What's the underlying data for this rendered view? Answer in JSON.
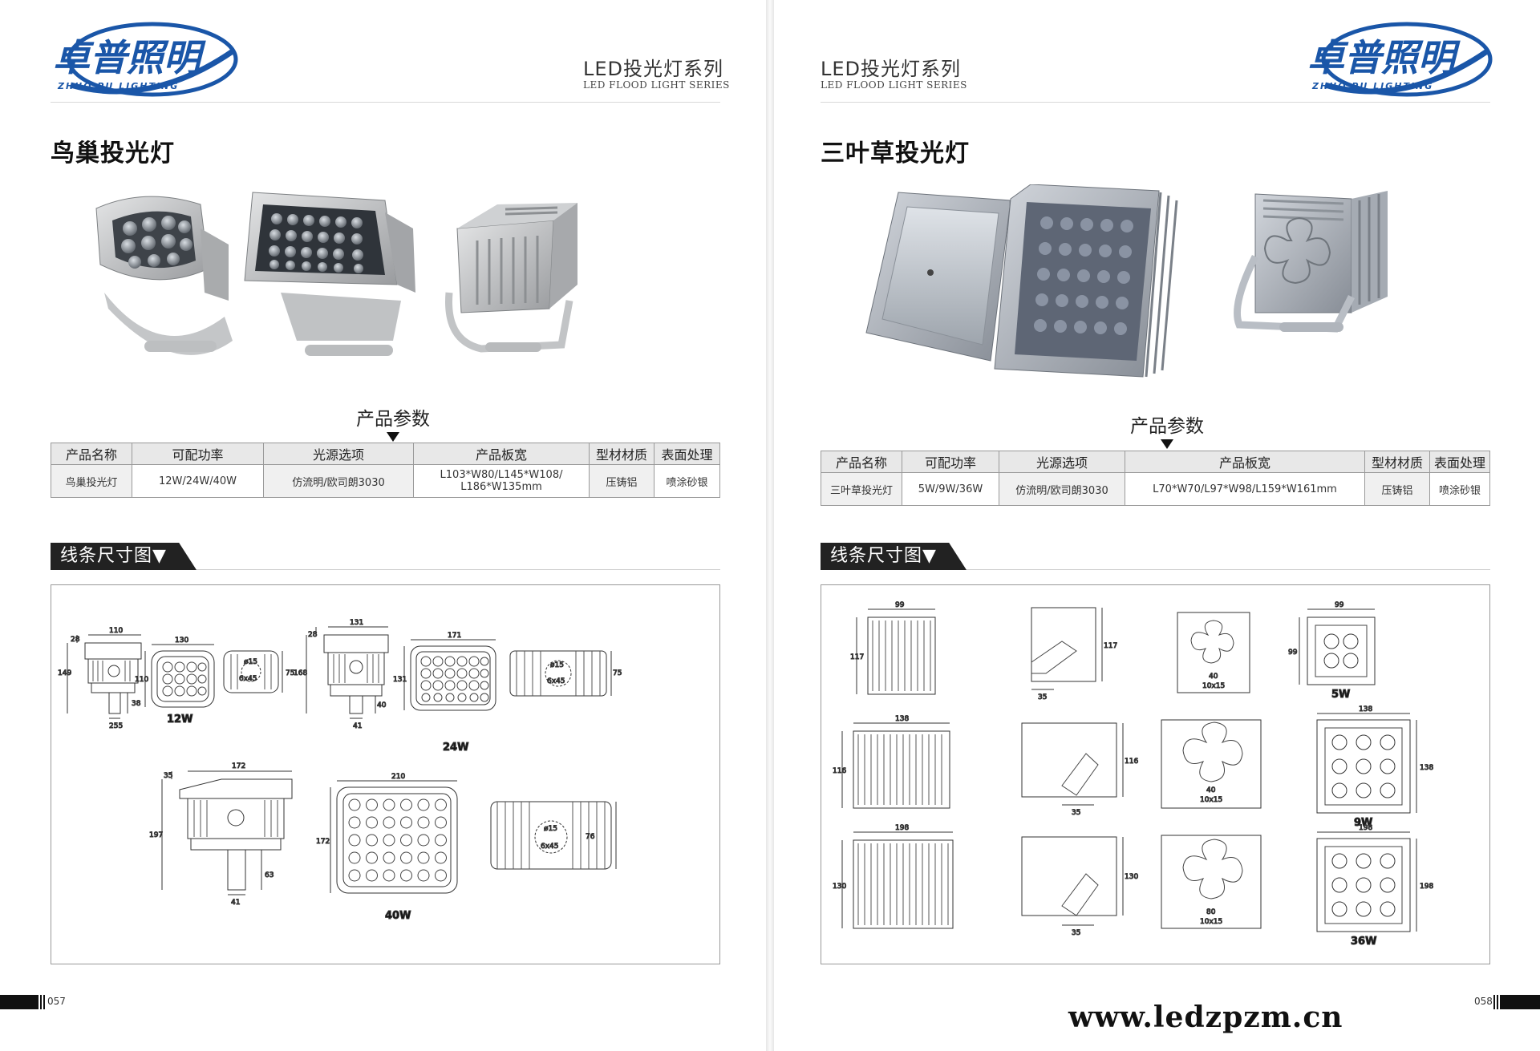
{
  "brand": {
    "name_cn": "卓普照明",
    "name_en": "ZHUO PU LIGHTING",
    "color": "#1a56a8"
  },
  "left": {
    "series_cn": "LED投光灯系列",
    "series_en": "LED FLOOD LIGHT SERIES",
    "title": "鸟巢投光灯",
    "params_label": "产品参数",
    "table": {
      "headers": [
        "产品名称",
        "可配功率",
        "光源选项",
        "产品板宽",
        "型材材质",
        "表面处理"
      ],
      "row": [
        "鸟巢投光灯",
        "12W/24W/40W",
        "仿流明/欧司朗3030",
        "L103*W80/L145*W108/",
        "L186*W135mm",
        "压铸铝",
        "喷涂砂银"
      ]
    },
    "section_label": "线条尺寸图▼",
    "page_number": "057",
    "drawings": {
      "w12": {
        "label": "12W",
        "dims": [
          "110",
          "130",
          "28",
          "149",
          "110",
          "38",
          "255",
          "75",
          "6x45",
          "ø15"
        ]
      },
      "w24": {
        "label": "24W",
        "dims": [
          "131",
          "171",
          "28",
          "168",
          "131",
          "40",
          "41",
          "75",
          "6x45",
          "ø15"
        ]
      },
      "w40": {
        "label": "40W",
        "dims": [
          "172",
          "210",
          "35",
          "197",
          "172",
          "63",
          "41",
          "76",
          "6x45",
          "ø15"
        ]
      }
    }
  },
  "right": {
    "series_cn": "LED投光灯系列",
    "series_en": "LED FLOOD LIGHT SERIES",
    "title": "三叶草投光灯",
    "params_label": "产品参数",
    "table": {
      "headers": [
        "产品名称",
        "可配功率",
        "光源选项",
        "产品板宽",
        "型材材质",
        "表面处理"
      ],
      "row": [
        "三叶草投光灯",
        "5W/9W/36W",
        "仿流明/欧司朗3030",
        "L70*W70/L97*W98/L159*W161mm",
        "压铸铝",
        "喷涂砂银"
      ]
    },
    "section_label": "线条尺寸图▼",
    "page_number": "058",
    "website": "www.ledzpzm.cn",
    "drawings": {
      "w5": {
        "label": "5W",
        "dims": [
          "99",
          "117",
          "117",
          "35",
          "40",
          "10x15",
          "99",
          "99"
        ]
      },
      "w9": {
        "label": "9W",
        "dims": [
          "138",
          "116",
          "116",
          "35",
          "40",
          "10x15",
          "138",
          "138"
        ]
      },
      "w36": {
        "label": "36W",
        "dims": [
          "198",
          "130",
          "130",
          "35",
          "80",
          "10x15",
          "198",
          "198"
        ]
      }
    }
  }
}
